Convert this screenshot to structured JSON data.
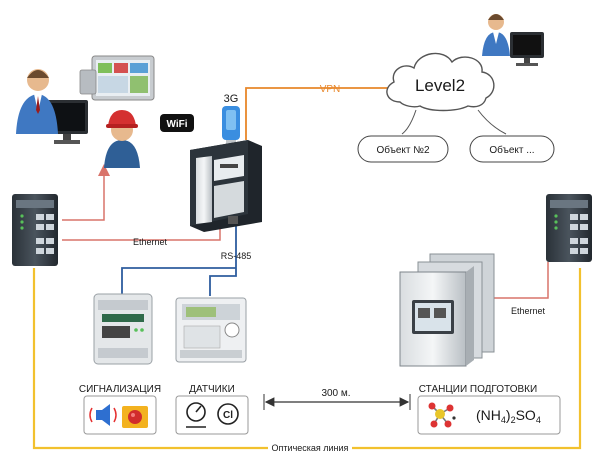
{
  "labels": {
    "vpn": "VPN",
    "cloud": "Level2",
    "object2": "Объект №2",
    "object_more": "Объект ...",
    "ethernet_left": "Ethernet",
    "ethernet_right": "Ethernet",
    "rs485": "RS-485",
    "modem_3g": "3G",
    "wifi": "WiFi",
    "alarm": "СИГНАЛИЗАЦИЯ",
    "sensors": "ДАТЧИКИ",
    "distance": "300 м.",
    "stations": "СТАНЦИИ ПОДГОТОВКИ",
    "formula_a": "(NH",
    "formula_sub1": "4",
    "formula_b": ")",
    "formula_sub2": "2",
    "formula_c": "SO",
    "formula_sub3": "4",
    "sensor_ci": "Cl",
    "fiber": "Оптическая линия"
  },
  "colors": {
    "vpn_line": "#e8872a",
    "ethernet_line": "#d9736a",
    "rs485_line": "#2e5d9e",
    "fiber_line": "#f2c12e",
    "cloud_stroke": "#555555"
  },
  "icons": [
    "operator-workstation-icon",
    "hmi-panel-icon",
    "field-engineer-icon",
    "wifi-icon",
    "usb-3g-modem-icon",
    "din-rail-controller-icon",
    "industrial-switch-icon",
    "remote-workstation-icon",
    "cloud-icon",
    "io-module-icon",
    "meter-enclosure-icon",
    "speaker-icon",
    "beacon-icon",
    "gauge-icon",
    "chlorine-sensor-icon",
    "cabinet-icon",
    "molecule-icon"
  ]
}
